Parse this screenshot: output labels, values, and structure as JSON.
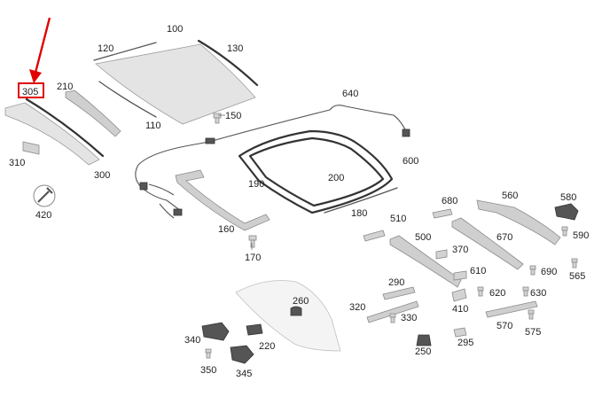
{
  "labels": {
    "l100": "100",
    "l110": "110",
    "l120": "120",
    "l130": "130",
    "l150": "150",
    "l160": "160",
    "l170": "170",
    "l180": "180",
    "l190": "190",
    "l200": "200",
    "l210": "210",
    "l220": "220",
    "l250": "250",
    "l260": "260",
    "l290": "290",
    "l295": "295",
    "l300": "300",
    "l305": "305",
    "l310": "310",
    "l320": "320",
    "l330": "330",
    "l340": "340",
    "l345": "345",
    "l350": "350",
    "l370": "370",
    "l410": "410",
    "l420": "420",
    "l500": "500",
    "l510": "510",
    "l560": "560",
    "l565": "565",
    "l570": "570",
    "l575": "575",
    "l580": "580",
    "l590": "590",
    "l600": "600",
    "l610": "610",
    "l620": "620",
    "l630": "630",
    "l640": "640",
    "l670": "670",
    "l680": "680",
    "l690": "690"
  },
  "highlight": {
    "label_key": "l305",
    "color": "#e00000"
  },
  "arrow_color": "#e00000"
}
